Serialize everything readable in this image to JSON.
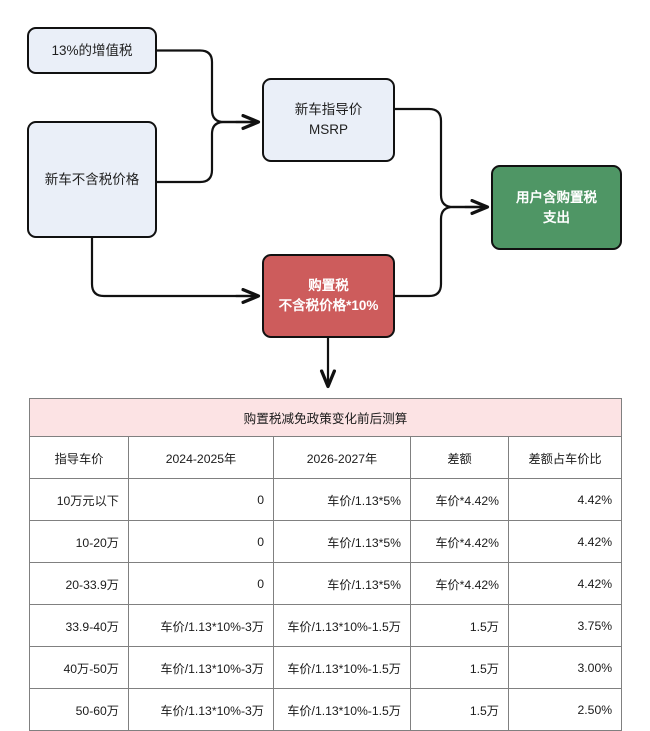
{
  "flowchart": {
    "nodes": [
      {
        "id": "vat",
        "label": "13%的增值税",
        "lines": [
          "13%的增值税"
        ],
        "color": "#eaeff8",
        "text_color": "#1f1f1f"
      },
      {
        "id": "netprice",
        "label": "新车不含税价格",
        "lines": [
          "新车不含税价格"
        ],
        "color": "#eaeff8",
        "text_color": "#1f1f1f"
      },
      {
        "id": "msrp",
        "label": "新车指导价 MSRP",
        "lines": [
          "新车指导价",
          "MSRP"
        ],
        "color": "#eaeff8",
        "text_color": "#1f1f1f"
      },
      {
        "id": "purtax",
        "label": "购置税 不含税价格*10%",
        "lines": [
          "购置税",
          "不含税价格*10%"
        ],
        "color": "#cd5c5c",
        "text_color": "#ffffff"
      },
      {
        "id": "userspend",
        "label": "用户含购置税支出",
        "lines": [
          "用户含购置税",
          "支出"
        ],
        "color": "#4f9665",
        "text_color": "#ffffff"
      }
    ],
    "edge_color": "#111111"
  },
  "table": {
    "title": "购置税减免政策变化前后测算",
    "headers": [
      "指导车价",
      "2024-2025年",
      "2026-2027年",
      "差额",
      "差额占车价比"
    ],
    "rows": [
      [
        "10万元以下",
        "0",
        "车价/1.13*5%",
        "车价*4.42%",
        "4.42%"
      ],
      [
        "10-20万",
        "0",
        "车价/1.13*5%",
        "车价*4.42%",
        "4.42%"
      ],
      [
        "20-33.9万",
        "0",
        "车价/1.13*5%",
        "车价*4.42%",
        "4.42%"
      ],
      [
        "33.9-40万",
        "车价/1.13*10%-3万",
        "车价/1.13*10%-1.5万",
        "1.5万",
        "3.75%"
      ],
      [
        "40万-50万",
        "车价/1.13*10%-3万",
        "车价/1.13*10%-1.5万",
        "1.5万",
        "3.00%"
      ],
      [
        "50-60万",
        "车价/1.13*10%-3万",
        "车价/1.13*10%-1.5万",
        "1.5万",
        "2.50%"
      ]
    ],
    "header_fill": "#fce3e4",
    "border_color": "#808080"
  }
}
